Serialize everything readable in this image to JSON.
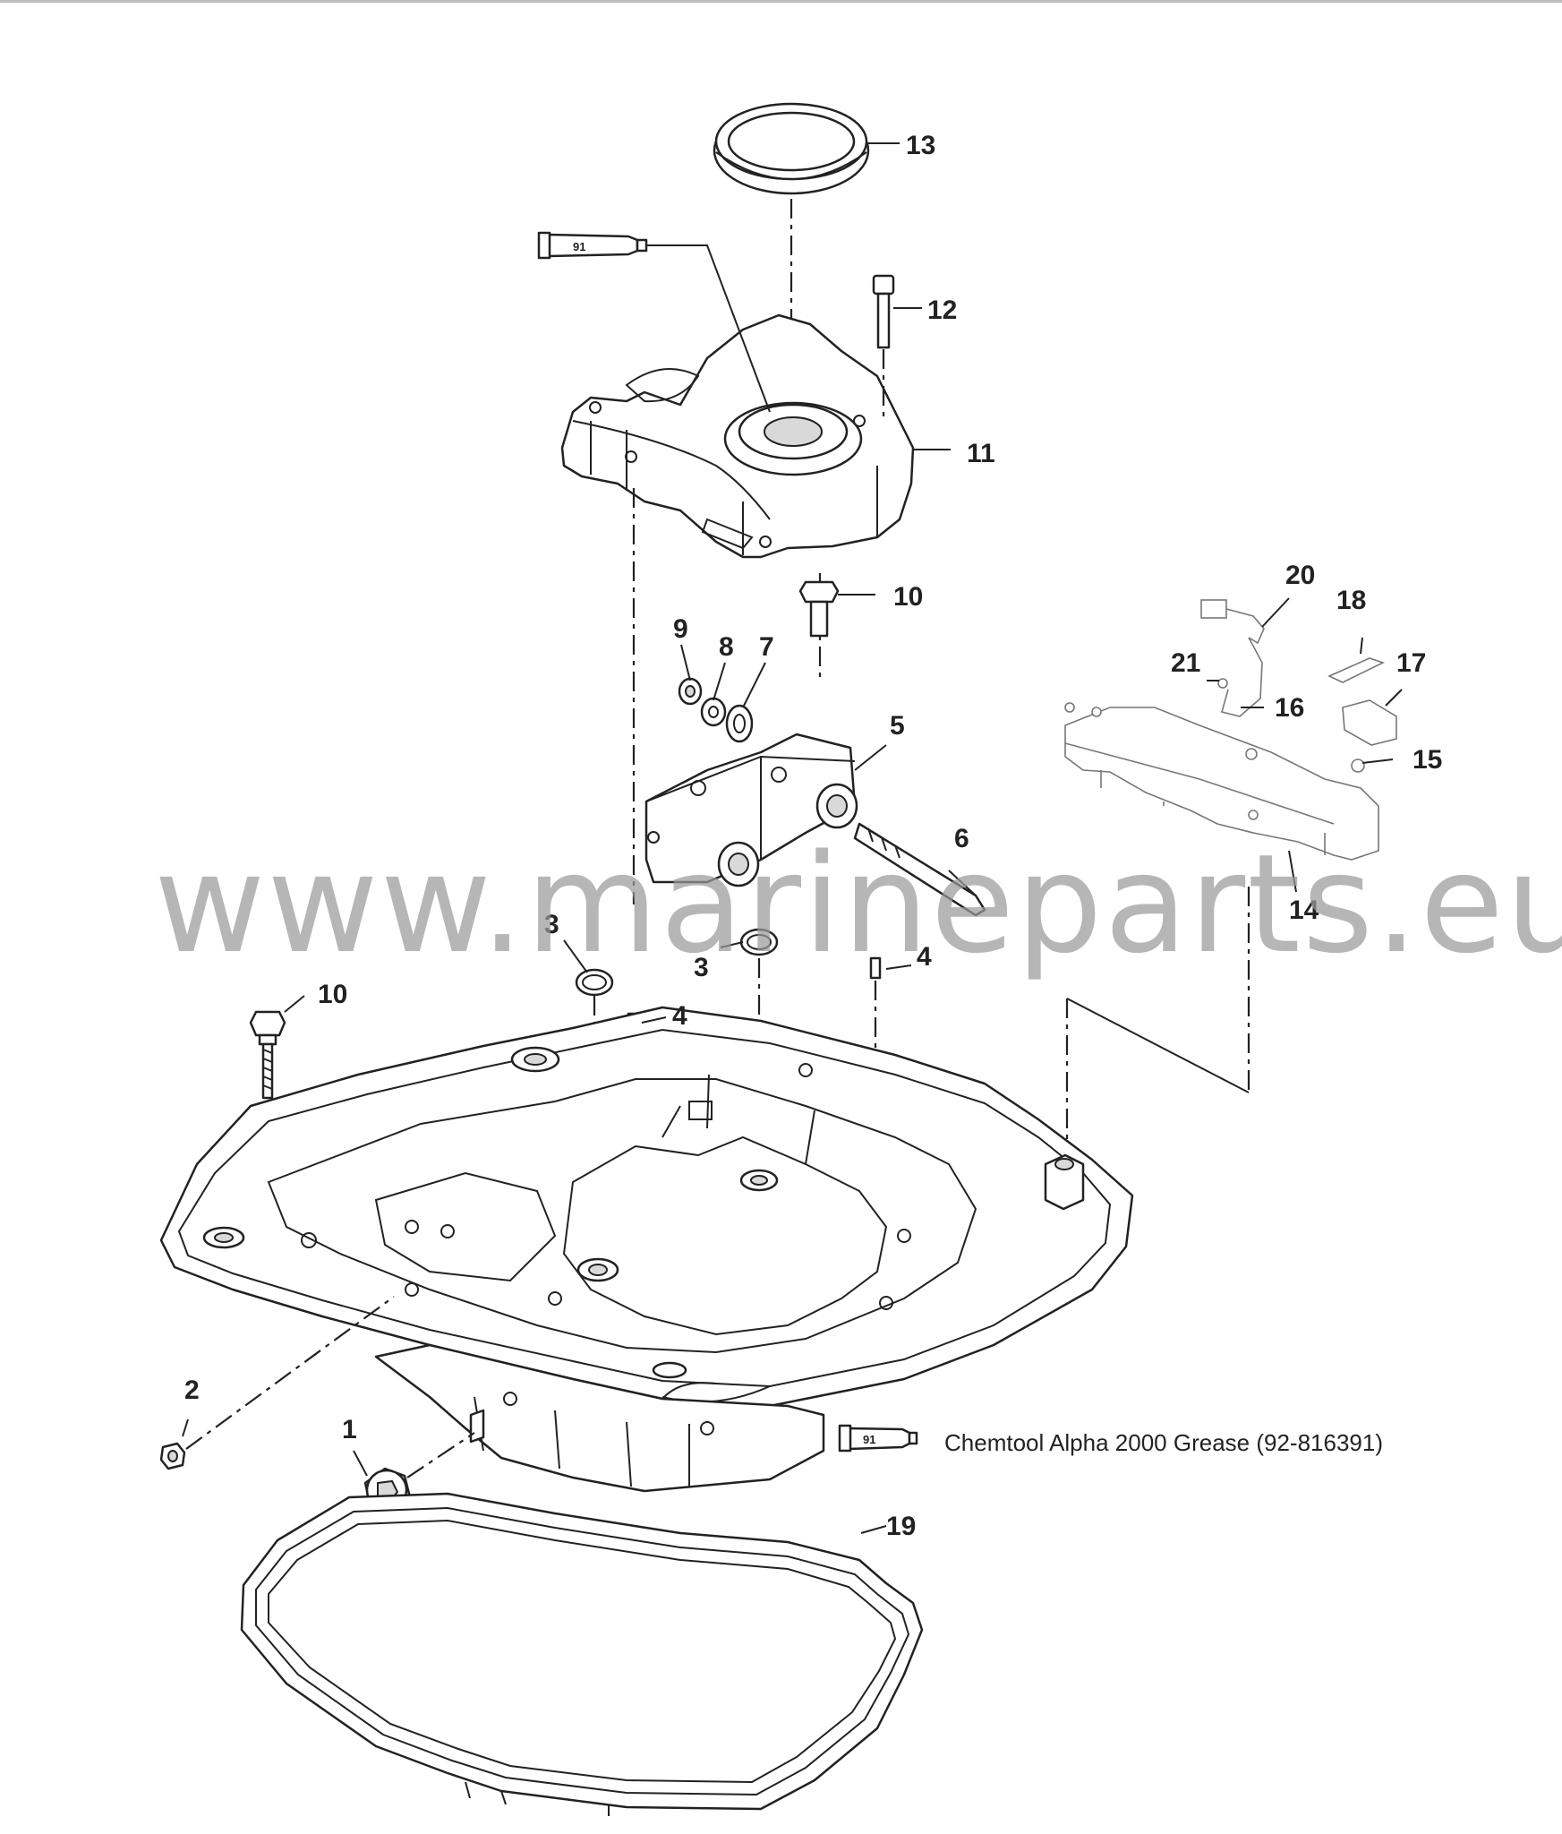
{
  "watermark": "www.marineparts.eu",
  "lubricant": {
    "code": "91",
    "description": "Chemtool Alpha 2000 Grease (92-816391)"
  },
  "callouts": [
    {
      "id": "c1",
      "label": "1"
    },
    {
      "id": "c2",
      "label": "2"
    },
    {
      "id": "c3a",
      "label": "3"
    },
    {
      "id": "c3b",
      "label": "3"
    },
    {
      "id": "c4a",
      "label": "4"
    },
    {
      "id": "c4b",
      "label": "4"
    },
    {
      "id": "c5",
      "label": "5"
    },
    {
      "id": "c6",
      "label": "6"
    },
    {
      "id": "c7",
      "label": "7"
    },
    {
      "id": "c8",
      "label": "8"
    },
    {
      "id": "c9",
      "label": "9"
    },
    {
      "id": "c10a",
      "label": "10"
    },
    {
      "id": "c10b",
      "label": "10"
    },
    {
      "id": "c11",
      "label": "11"
    },
    {
      "id": "c12",
      "label": "12"
    },
    {
      "id": "c13",
      "label": "13"
    },
    {
      "id": "c14",
      "label": "14"
    },
    {
      "id": "c15",
      "label": "15"
    },
    {
      "id": "c16",
      "label": "16"
    },
    {
      "id": "c17",
      "label": "17"
    },
    {
      "id": "c18",
      "label": "18"
    },
    {
      "id": "c19",
      "label": "19"
    },
    {
      "id": "c20",
      "label": "20"
    },
    {
      "id": "c21",
      "label": "21"
    }
  ]
}
